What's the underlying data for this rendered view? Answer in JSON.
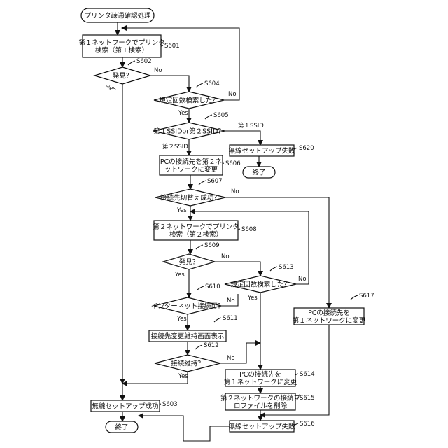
{
  "diagram": {
    "nodes": {
      "start": {
        "text": [
          "プリンタ疎通確認処理"
        ]
      },
      "s601": {
        "text": [
          "第１ネットワークでプリンタ",
          "検索（第１検索）"
        ],
        "step": "S601"
      },
      "s602": {
        "text": [
          "発見？"
        ],
        "step": "S602"
      },
      "s604": {
        "text": [
          "規定回数検索した？"
        ],
        "step": "S604"
      },
      "s605": {
        "text": [
          "第１SSIDor第２SSID？"
        ],
        "step": "S605"
      },
      "s606": {
        "text": [
          "PCの接続先を第２ネ",
          "ットワークに変更"
        ],
        "step": "S606"
      },
      "s607": {
        "text": [
          "接続先切替え成功？"
        ],
        "step": "S607"
      },
      "s608": {
        "text": [
          "第２ネットワークでプリンタ",
          "検索（第２検索）"
        ],
        "step": "S608"
      },
      "s609": {
        "text": [
          "発見？"
        ],
        "step": "S609"
      },
      "s610": {
        "text": [
          "インターネット接続可？"
        ],
        "step": "S610"
      },
      "s611": {
        "text": [
          "接続先変更維持画面表示"
        ],
        "step": "S611"
      },
      "s612": {
        "text": [
          "接続維持？"
        ],
        "step": "S612"
      },
      "s603": {
        "text": [
          "無線セットアップ成功"
        ],
        "step": "S603"
      },
      "end1": {
        "text": [
          "終了"
        ]
      },
      "s613": {
        "text": [
          "規定回数検索した？"
        ],
        "step": "S613"
      },
      "s614": {
        "text": [
          "PCの接続先を",
          "第１ネットワークに変更"
        ],
        "step": "S614"
      },
      "s615": {
        "text": [
          "第２ネットワークの接続プ",
          "ロファイルを削除"
        ],
        "step": "S615"
      },
      "s616": {
        "text": [
          "無線セットアップ失敗"
        ],
        "step": "S616"
      },
      "s617": {
        "text": [
          "PCの接続先を",
          "第１ネットワークに変更"
        ],
        "step": "S617"
      },
      "s620": {
        "text": [
          "無線セットアップ失敗"
        ],
        "step": "S620"
      },
      "end2": {
        "text": [
          "終了"
        ]
      }
    },
    "edge_labels": {
      "s602_no": "No",
      "s602_yes": "Yes",
      "s604_no": "No",
      "s604_yes": "Yes",
      "s605_first": "第１SSID",
      "s605_second": "第２SSID",
      "s607_no": "No",
      "s607_yes": "Yes",
      "s609_no": "No",
      "s609_yes": "Yes",
      "s613_no": "No",
      "s613_yes": "Yes",
      "s610_no": "No",
      "s610_yes": "Yes",
      "s612_no": "No",
      "s612_yes": "Yes"
    }
  }
}
